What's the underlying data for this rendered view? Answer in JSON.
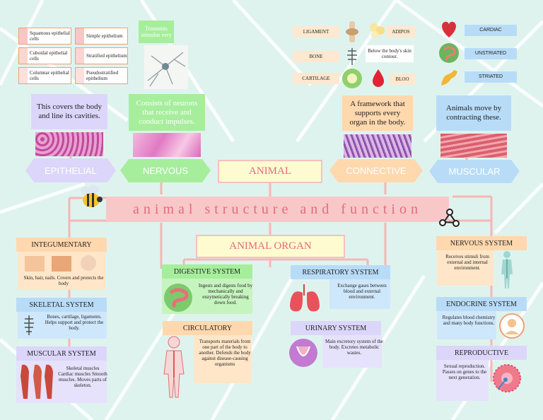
{
  "title": "animal structure and function",
  "center_label": "ANIMAL",
  "organ_label": "ANIMAL ORGAN",
  "tissues": {
    "epithelial": {
      "label": "EPITHELIAL",
      "desc": "This covers the body and line its cavities."
    },
    "nervous": {
      "label": "NERVOUS",
      "desc": "Consists of neurons that receive and conduct impulses.",
      "note": "Transmits stimulus very"
    },
    "connective": {
      "label": "CONNECTIVE",
      "desc": "A framework that supports every organ in the body."
    },
    "muscular": {
      "label": "MUSCULAR",
      "desc": "Animals move by contracting these."
    }
  },
  "epithelial_types": [
    "Squamous epithelial cells",
    "Simple epithelium",
    "Cuboidal epithelial cells",
    "Stratified epithelium",
    "Columnar epithelial cells",
    "Pseudostratified epithelium"
  ],
  "connective_types": {
    "ligament": "LIGAMENT",
    "adipose": "ADIPOS",
    "bone": "BONE",
    "adipose_note": "Below the body's skin contour.",
    "cartilage": "CARTILAGE",
    "blood": "BLOO"
  },
  "muscle_types": [
    "CARDIAC",
    "UNSTRIATED",
    "STRIATED"
  ],
  "systems": {
    "integumentary": {
      "title": "INTEGUMENTARY",
      "desc": "Skin, hair, nails. Covers and protects the body"
    },
    "skeletal": {
      "title": "SKELETAL SYSTEM",
      "desc": "Bones, cartilage, ligaments. Helps support and protect the body."
    },
    "muscular": {
      "title": "MUSCULAR SYSTEM",
      "desc": "Skeletal muscles Cardiac muscles Smooth muscles. Moves parts of skeleton."
    },
    "digestive": {
      "title": "DIGESTIVE SYSTEM",
      "desc": "Ingests and digests food by mechanically and enzymetically breaking down food."
    },
    "circulatory": {
      "title": "CIRCULATORY",
      "desc": "Transports materials from one part of the body to another. Defends the body against disease-causing organisms"
    },
    "respiratory": {
      "title": "RESPIRATORY SYSTEM",
      "desc": "Exchange gases between blood and external environment."
    },
    "urinary": {
      "title": "URINARY SYSTEM",
      "desc": "Main excretory system of the body. Excretes metabolic wastes."
    },
    "nervous": {
      "title": "NERVOUS SYSTEM",
      "desc": "Receives stimuli from external and internal environment."
    },
    "endocrine": {
      "title": "ENDOCRINE SYSTEM",
      "desc": "Regulates blood chemistry and many body functions."
    },
    "reproductive": {
      "title": "REPRODUCTIVE",
      "desc": "Sexual reproduction. Passes on genes to the next generation."
    }
  },
  "colors": {
    "bg": "#dff3ee",
    "pink": "#f8c8c8",
    "lavender": "#dcd6fa",
    "green": "#a6ee9c",
    "peach": "#ffd8ae",
    "blue": "#b8dcf8",
    "yellow": "#fffbd0"
  }
}
